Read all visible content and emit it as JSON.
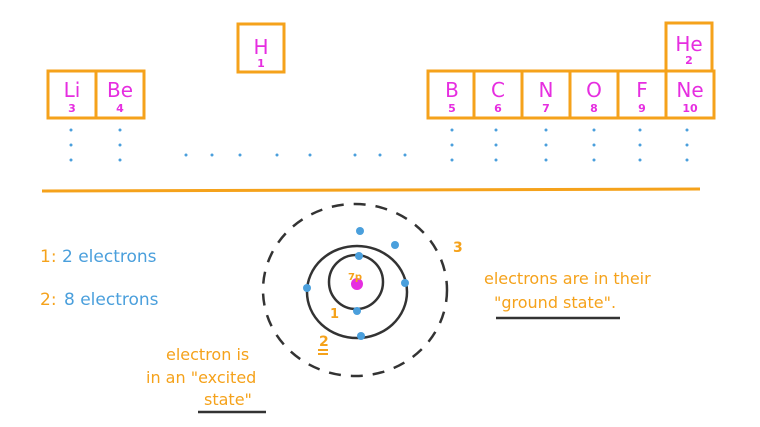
{
  "periodic_table": {
    "elements": [
      {
        "symbol": "H",
        "number": "1"
      },
      {
        "symbol": "He",
        "number": "2"
      },
      {
        "symbol": "Li",
        "number": "3"
      },
      {
        "symbol": "Be",
        "number": "4"
      },
      {
        "symbol": "B",
        "number": "5"
      },
      {
        "symbol": "C",
        "number": "6"
      },
      {
        "symbol": "N",
        "number": "7"
      },
      {
        "symbol": "O",
        "number": "8"
      },
      {
        "symbol": "F",
        "number": "9"
      },
      {
        "symbol": "Ne",
        "number": "10"
      }
    ]
  },
  "shells_legend": {
    "shell1_num": "1:",
    "shell1_text": "2 electrons",
    "shell2_num": "2:",
    "shell2_text": "8 electrons"
  },
  "atom": {
    "nucleus_label": "7p",
    "shell_labels": [
      "1",
      "2",
      "3"
    ]
  },
  "notes": {
    "ground_line1": "electrons are in their",
    "ground_line2": "\"ground state\".",
    "excited_line1": "electron is",
    "excited_line2": "in an \"excited",
    "excited_line3": "state\""
  },
  "colors": {
    "orange": "#f5a21b",
    "magenta": "#e62ee0",
    "blue": "#4a9fdc",
    "dark": "#333333"
  }
}
